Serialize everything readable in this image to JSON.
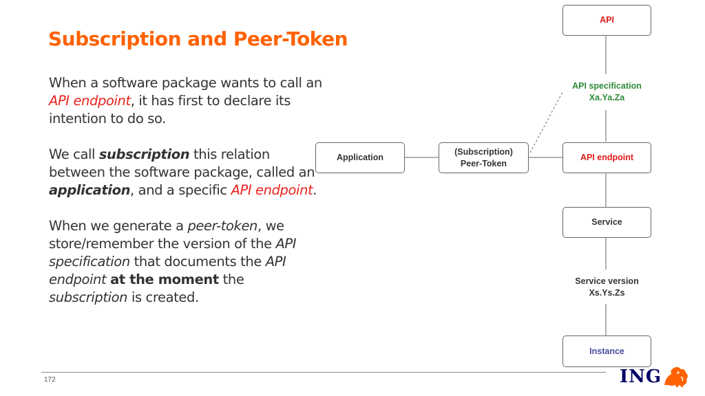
{
  "title": "Subscription and Peer-Token",
  "paragraphs": {
    "p1": {
      "a": "When a software package wants to call an ",
      "b": "API endpoint",
      "c": ", it has first to declare its intention to do so."
    },
    "p2": {
      "a": "We call ",
      "b": "subscription",
      "c": " this relation between the software package, called an ",
      "d": "application",
      "e": ", and a specific ",
      "f": "API endpoint",
      "g": "."
    },
    "p3": {
      "a": "When we generate a ",
      "b": "peer-token",
      "c": ", we store/remember the version of the ",
      "d": "API specification",
      "e": " that documents the ",
      "f": "API endpoint",
      "g": " ",
      "h": "at the moment",
      "i": " the ",
      "j": "subscription",
      "k": " is created."
    }
  },
  "diagram": {
    "api": "API",
    "api_spec": {
      "line1": "API specification",
      "line2": "Xa.Ya.Za"
    },
    "application": "Application",
    "subscription": {
      "line1": "(Subscription)",
      "line2": "Peer-Token"
    },
    "api_endpoint": "API endpoint",
    "service": "Service",
    "service_version": {
      "line1": "Service version",
      "line2": "Xs.Ys.Zs"
    },
    "instance": "Instance"
  },
  "footer": {
    "page_number": "172",
    "logo_text": "ING"
  },
  "colors": {
    "title": "#ff6200",
    "red": "#e8231e",
    "green": "#2e8b3a",
    "purple": "#4b4b9b",
    "logo": "#000066"
  },
  "icons": {
    "logo": "lion-icon"
  }
}
